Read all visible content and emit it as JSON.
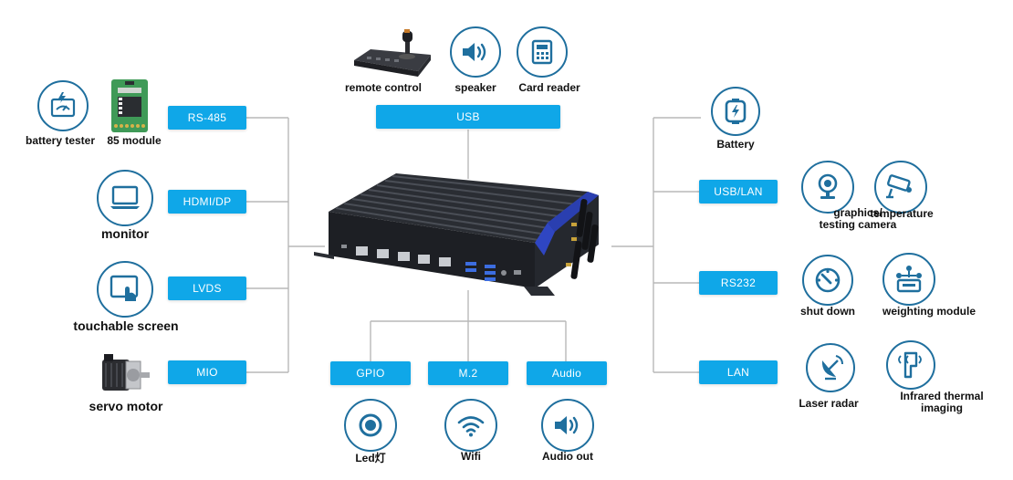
{
  "interfaces": {
    "usb": "USB",
    "rs485": "RS-485",
    "hdmi_dp": "HDMI/DP",
    "lvds": "LVDS",
    "mio": "MIO",
    "gpio": "GPIO",
    "m2": "M.2",
    "audio": "Audio",
    "usb_lan": "USB/LAN",
    "rs232": "RS232",
    "lan": "LAN"
  },
  "devices": {
    "remote_control": "remote control",
    "speaker": "speaker",
    "card_reader": "Card reader",
    "battery_tester": "battery tester",
    "module_85": "85 module",
    "monitor": "monitor",
    "touchable_screen": "touchable screen",
    "servo_motor": "servo motor",
    "led": "Led灯",
    "wifi": "Wifi",
    "audio_out": "Audio out",
    "battery": "Battery",
    "graphics_testing_camera": "graphics/\ntesting camera",
    "temperature": "temperature",
    "shut_down": "shut down",
    "weighting_module": "weighting module",
    "laser_radar": "Laser radar",
    "infrared_thermal_imaging": "Infrared thermal\nimaging"
  },
  "colors": {
    "accent": "#0fa7e8",
    "icon_stroke": "#1f6f9e",
    "line": "#b8b8b8"
  }
}
